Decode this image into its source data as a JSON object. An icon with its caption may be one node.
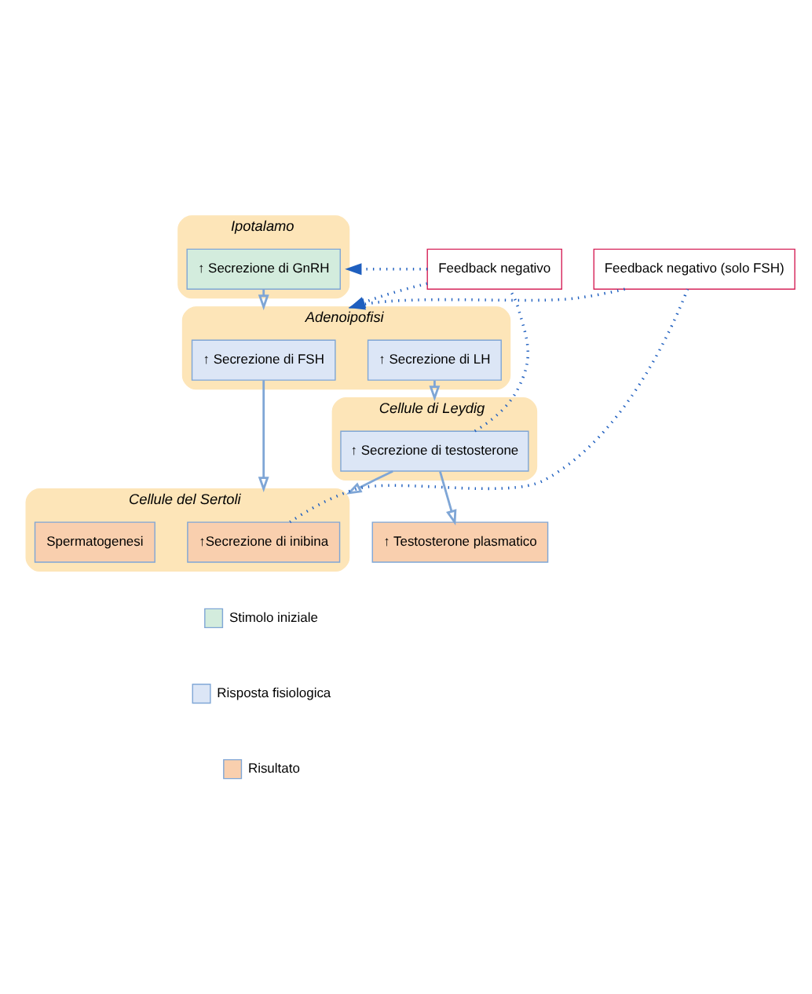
{
  "diagram": {
    "nodes": [
      {
        "text": [
          "Ipotalamo"
        ]
      },
      {
        "text": [
          "↑ Secrezione di GnRH"
        ],
        "in": 0
      },
      {
        "text": [
          "Adenoipofisi"
        ]
      },
      {
        "text": [
          "↑ Secrezione di FSH"
        ],
        "in": 2
      },
      {
        "text": [
          "↑ Secrezione di LH"
        ],
        "in": 2
      },
      {
        "text": [
          "Cellule di Leydig"
        ]
      },
      {
        "text": [
          "↑ Secrezione di testosterone"
        ],
        "in": 5
      },
      {
        "text": [
          "Cellule del Sertoli"
        ]
      },
      {
        "text": [
          "↑Secrezione di inibina"
        ],
        "in": 7
      },
      {
        "text": [
          "Spermatogenesi"
        ],
        "in": 7
      },
      {
        "text": [
          "↑ Testosterone plasmatico"
        ]
      },
      {
        "text": [
          "Feedback negativo (solo FSH)"
        ]
      },
      {
        "text": [
          "Feedback negativo"
        ]
      }
    ],
    "edges": [
      {
        "from": 1,
        "to": 2,
        "arrow": "to",
        "color": "#7fa6d6"
      },
      {
        "from": 4,
        "to": 5,
        "arrow": "to",
        "color": "#7fa6d6"
      },
      {
        "from": 3,
        "to": 7,
        "arrow": "to",
        "color": "#7fa6d6"
      },
      {
        "from": 6,
        "to": 7,
        "arrow": "to",
        "color": "#7fa6d6"
      },
      {
        "from": 6,
        "to": 10,
        "arrow": "to",
        "color": "#7fa6d6"
      },
      {
        "from": 8,
        "to": 11,
        "arrow": "none",
        "style": "dashed",
        "color": "#1f5fbf"
      },
      {
        "from": 11,
        "to": 2,
        "arrow": "to",
        "style": "dashed",
        "color": "#1f5fbf"
      },
      {
        "from": 6,
        "to": 12,
        "arrow": "none",
        "style": "dashed",
        "color": "#1f5fbf"
      },
      {
        "from": 12,
        "to": 0,
        "arrow": "to",
        "style": "dashed",
        "color": "#1f5fbf"
      },
      {
        "from": 12,
        "to": 2,
        "arrow": "to",
        "style": "dashed",
        "color": "#1f5fbf"
      }
    ],
    "legend": [
      {
        "text": "Stimolo iniziale",
        "color": "#d3ecdd"
      },
      {
        "text": "Risposta fisiologica",
        "color": "#dce6f6"
      },
      {
        "text": "Risultato",
        "color": "#f9cfae"
      }
    ]
  }
}
